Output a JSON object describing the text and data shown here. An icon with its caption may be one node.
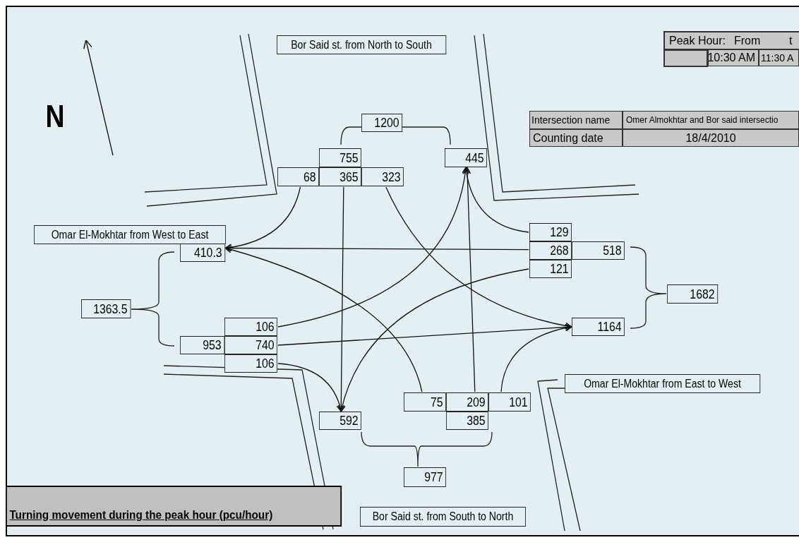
{
  "diagram": {
    "nodes": [
      {
        "text": [
          "Bor Said st. from North to South"
        ]
      },
      {
        "text": [
          "1200"
        ]
      },
      {
        "text": [
          "755"
        ]
      },
      {
        "text": [
          "68"
        ]
      },
      {
        "text": [
          "365"
        ]
      },
      {
        "text": [
          "323"
        ]
      },
      {
        "text": [
          "445"
        ]
      },
      {
        "text": [
          "Omar El-Mokhtar from West to East"
        ]
      },
      {
        "text": [
          "410.3"
        ]
      },
      {
        "text": [
          "1363.5"
        ]
      },
      {
        "text": [
          "106"
        ]
      },
      {
        "text": [
          "953"
        ]
      },
      {
        "text": [
          "740"
        ]
      },
      {
        "text": [
          "106"
        ]
      },
      {
        "text": [
          "129"
        ]
      },
      {
        "text": [
          "268"
        ]
      },
      {
        "text": [
          "518"
        ]
      },
      {
        "text": [
          "121"
        ]
      },
      {
        "text": [
          "1682"
        ]
      },
      {
        "text": [
          "1164"
        ]
      },
      {
        "text": [
          "Omar El-Mokhtar from East to West"
        ]
      },
      {
        "text": [
          "75"
        ]
      },
      {
        "text": [
          "209"
        ]
      },
      {
        "text": [
          "101"
        ]
      },
      {
        "text": [
          "385"
        ]
      },
      {
        "text": [
          "592"
        ]
      },
      {
        "text": [
          "977"
        ]
      },
      {
        "text": [
          "Bor Said st. from South to North"
        ]
      },
      {
        "text": [
          "Turning movement during the peak hour (pcu/hour)"
        ]
      }
    ],
    "edges": [
      {
        "from": 3,
        "to": 8,
        "arrow": "to"
      },
      {
        "from": 4,
        "to": 25,
        "arrow": "to"
      },
      {
        "from": 5,
        "to": 19,
        "arrow": "to"
      },
      {
        "from": 14,
        "to": 6,
        "arrow": "to"
      },
      {
        "from": 15,
        "to": 8,
        "arrow": "to"
      },
      {
        "from": 17,
        "to": 25,
        "arrow": "to"
      },
      {
        "from": 10,
        "to": 6,
        "arrow": "to"
      },
      {
        "from": 12,
        "to": 19,
        "arrow": "to"
      },
      {
        "from": 13,
        "to": 25,
        "arrow": "to"
      },
      {
        "from": 21,
        "to": 8,
        "arrow": "to"
      },
      {
        "from": 22,
        "to": 6,
        "arrow": "to"
      },
      {
        "from": 23,
        "to": 19,
        "arrow": "to"
      }
    ],
    "labels": [
      "N",
      "Peak Hour:",
      "From",
      "t",
      "10:30 AM",
      "11:30 A",
      "Intersection name",
      "Omer Almokhtar and Bor said intersectio",
      "Counting date",
      "18/4/2010"
    ]
  }
}
